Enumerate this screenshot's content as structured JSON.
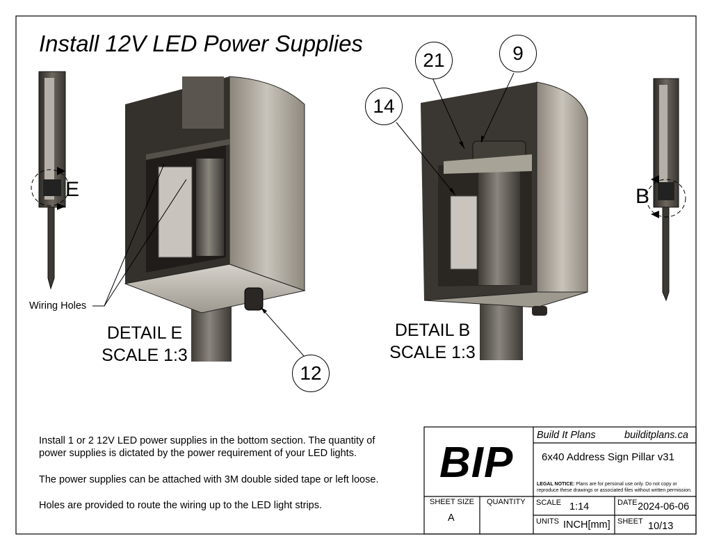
{
  "title": "Install 12V LED Power Supplies",
  "balloons": [
    "21",
    "9",
    "14",
    "12"
  ],
  "callouts": {
    "wiring_holes": "Wiring Holes",
    "detail_e": [
      "DETAIL E",
      "SCALE 1:3"
    ],
    "detail_b": [
      "DETAIL B",
      "SCALE 1:3"
    ],
    "marker_e": "E",
    "marker_b": "B"
  },
  "notes": [
    "Install 1 or 2 12V LED power supplies in the bottom section. The quantity of",
    "power supplies is dictated by the power requirement of your LED lights.",
    "The power supplies can be attached with 3M double sided tape or left loose.",
    "Holes are provided to route the wiring up to the LED light strips."
  ],
  "title_block": {
    "logo": "BIP",
    "company": "Build It Plans",
    "website": "builditplans.ca",
    "drawing_title": "6x40 Address Sign Pillar v31",
    "legal_label": "LEGAL NOTICE:",
    "legal_text_1": "Plans are for personal use only. Do not copy or",
    "legal_text_2": "reproduce these drawings or associated files without written permission.",
    "sheet_size_label": "SHEET SIZE",
    "sheet_size": "A",
    "quantity_label": "QUANTITY",
    "scale_label": "SCALE",
    "scale": "1:14",
    "date_label": "DATE",
    "date": "2024-06-06",
    "units_label": "UNITS",
    "units": "INCH[mm]",
    "sheet_label": "SHEET",
    "sheet": "10/13"
  },
  "colors": {
    "metal_dark": "#3a3631",
    "metal_mid": "#8a8478",
    "line": "#000000"
  }
}
